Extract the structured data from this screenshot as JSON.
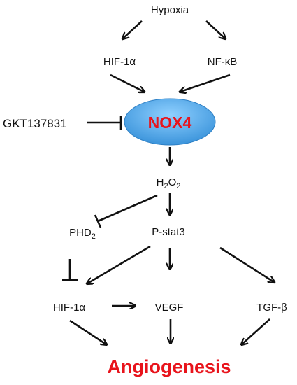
{
  "nodes": {
    "hypoxia": "Hypoxia",
    "hif1a_top": "HIF-1α",
    "nfkb": "NF-κB",
    "nox4": "NOX4",
    "gkt": "GKT137831",
    "h2o2": {
      "base1": "H",
      "sub1": "2",
      "base2": "O",
      "sub2": "2"
    },
    "phd2": {
      "base": "PHD",
      "sub": "2"
    },
    "pstat3": "P-stat3",
    "hif1a_bottom": "HIF-1α",
    "vegf": "VEGF",
    "tgfb": "TGF-β",
    "angiogenesis": "Angiogenesis"
  },
  "colors": {
    "nox4_text": "#e8141c",
    "nox4_fill": "#4aa3e6",
    "angiogenesis_text": "#e8141c",
    "line": "#111111"
  }
}
